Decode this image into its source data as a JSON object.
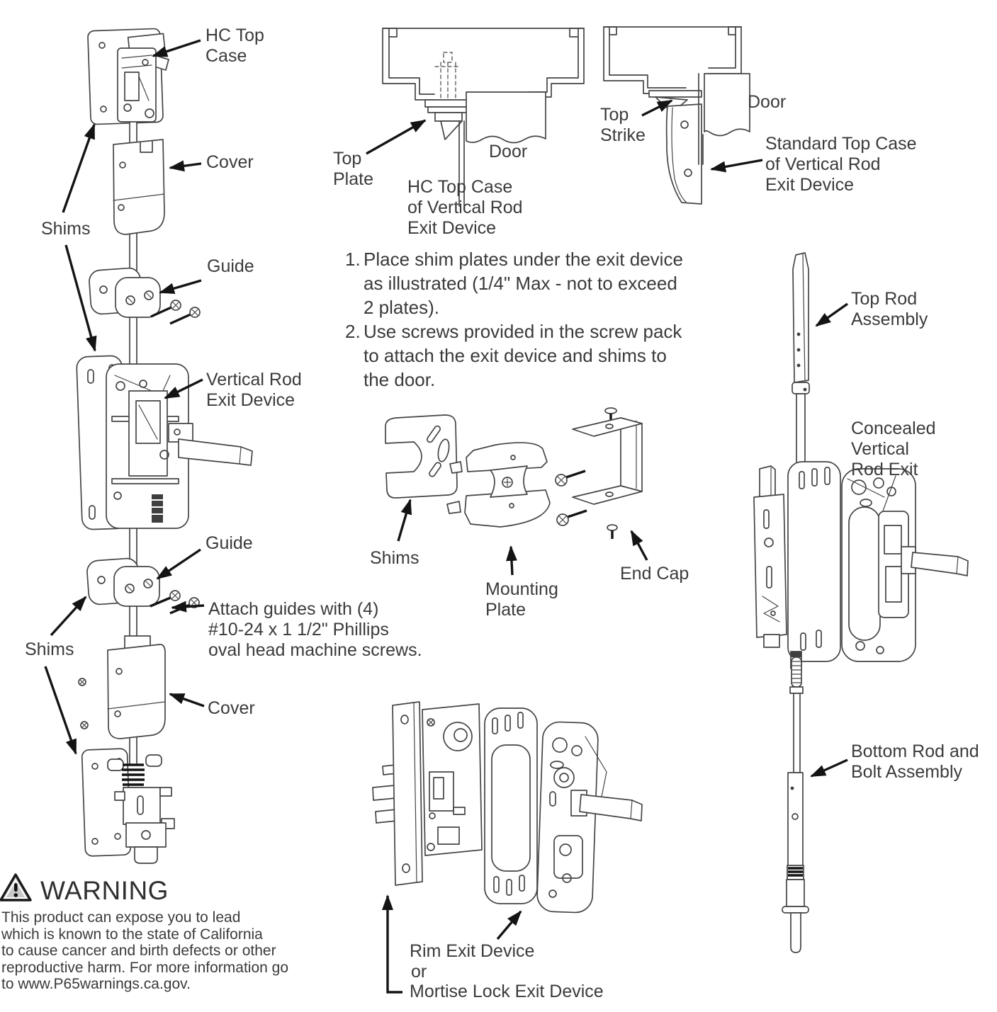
{
  "labels": {
    "hc_top_case": "HC Top\nCase",
    "cover_top": "Cover",
    "shims_top": "Shims",
    "guide_top": "Guide",
    "vertical_rod_exit_device": "Vertical Rod\nExit Device",
    "guide_bottom": "Guide",
    "attach_guides": "Attach guides with (4)\n#10-24 x 1 1/2\" Phillips\noval head machine screws.",
    "shims_bottom": "Shims",
    "cover_bottom": "Cover",
    "top_plate": "Top\nPlate",
    "door_left": "Door",
    "hc_top_case_section": "HC Top Case\nof Vertical Rod\nExit Device",
    "top_strike": "Top\nStrike",
    "door_right": "Door",
    "standard_top_case": "Standard Top Case\nof Vertical Rod\nExit Device",
    "shims_mid": "Shims",
    "mounting_plate": "Mounting\nPlate",
    "end_cap": "End Cap",
    "top_rod_assembly": "Top Rod\nAssembly",
    "concealed_vertical_rod_exit": "Concealed Vertical\nRod Exit",
    "bottom_rod_bolt_assembly": "Bottom Rod and\nBolt Assembly",
    "rim_exit_device": "Rim Exit Device",
    "or_label": "or",
    "mortise_lock_exit_device": "Mortise Lock Exit Device"
  },
  "instructions": [
    {
      "num": "1.",
      "text": "Place shim plates under the exit device\nas illustrated (1/4\" Max - not to exceed\n2 plates)."
    },
    {
      "num": "2.",
      "text": "Use screws provided in the screw pack\nto attach the exit device and shims to\nthe door."
    }
  ],
  "warning": {
    "icon": "warning-triangle",
    "title": "WARNING",
    "body": "This product can expose you to lead\nwhich is known to the state of California\nto cause cancer and birth defects or other\nreproductive harm. For more information go\nto www.P65warnings.ca.gov."
  },
  "colors": {
    "line": "#454545",
    "text": "#3b3b3b",
    "arrow": "#141414"
  }
}
